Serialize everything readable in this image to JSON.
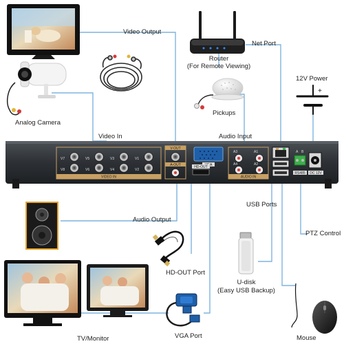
{
  "labels": {
    "video_output": "Video Output",
    "net_port": "Net Port",
    "router": "Router",
    "router_sub": "(For Remote Viewing)",
    "power": "12V Power",
    "analog_camera": "Analog Camera",
    "pickups": "Pickups",
    "video_in": "Video In",
    "audio_input": "Audio Input",
    "usb_ports": "USB Ports",
    "audio_output": "Audio Output",
    "ptz_control": "PTZ Control",
    "hd_out_port": "HD-OUT Port",
    "udisk": "U-disk",
    "udisk_sub": "(Easy USB Backup)",
    "vga_port": "VGA Port",
    "tv_monitor": "TV/Monitor",
    "mouse": "Mouse"
  },
  "panel": {
    "video_in": "VIDEO IN",
    "channels_top": [
      "V7",
      "V5",
      "V3",
      "V1"
    ],
    "channels_bottom": [
      "V8",
      "V6",
      "V4",
      "V2"
    ],
    "v_out": "V-OUT",
    "a_out": "A-OUT",
    "vga": "VGA",
    "hd_out": "HD-OUT",
    "audio_in": "AUDIO IN",
    "audio_ch": [
      "A3",
      "A1",
      "A4",
      "A2"
    ],
    "rs485": "RS485",
    "dc12v": "DC 12V",
    "ab": [
      "A",
      "B"
    ],
    "power_symbol": "+"
  },
  "colors": {
    "line": "#7fb4de",
    "panel": "#2e3236",
    "panel_gold": "#c8a064"
  }
}
